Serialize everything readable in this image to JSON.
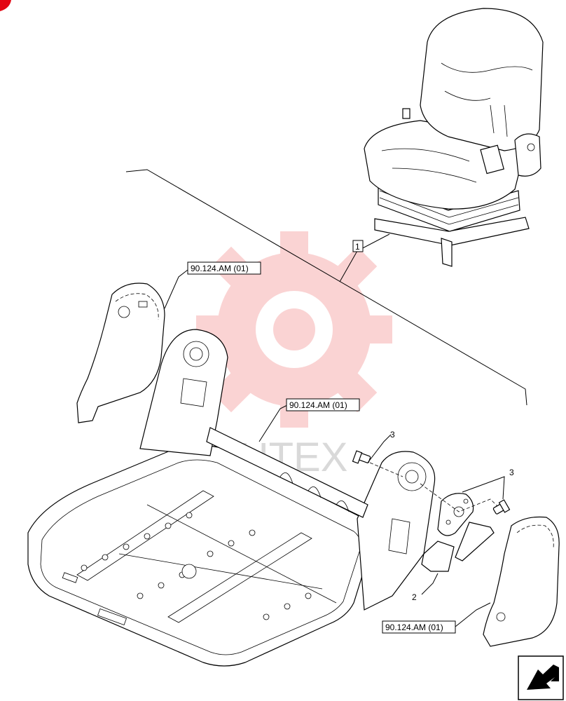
{
  "callouts": {
    "top_left": "90.124.AM (01)",
    "center": "90.124.AM (01)",
    "bottom_right": "90.124.AM (01)"
  },
  "item_numbers": {
    "seat": "1",
    "handle": "2",
    "bolt_left": "3",
    "bolt_right": "3"
  },
  "watermark": {
    "text": "ИНТЕХ",
    "color": "#f4a0a0"
  },
  "icons": {
    "corner_mark": "corner-mark-icon",
    "nav": "next-page-arrow-icon"
  },
  "colors": {
    "line": "#000000",
    "corner_mark": "#e30613"
  }
}
